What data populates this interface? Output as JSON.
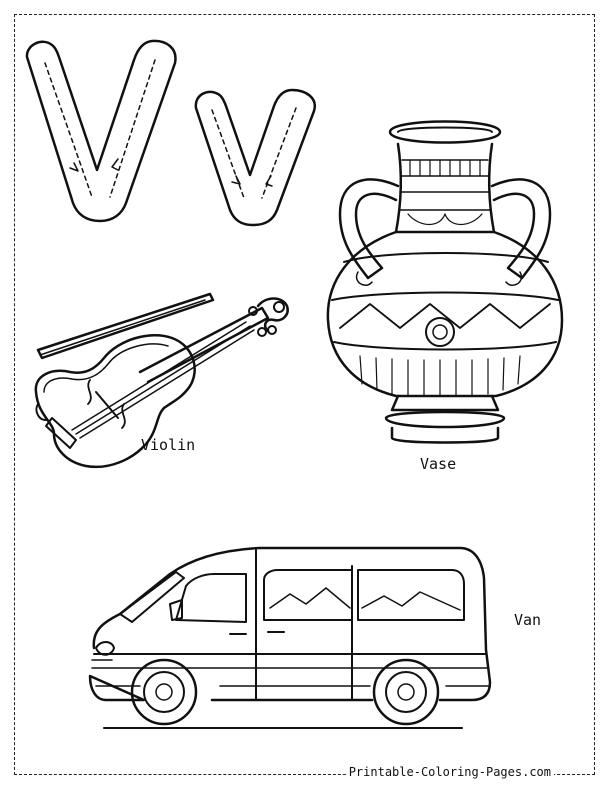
{
  "letters": {
    "uppercase": "V",
    "lowercase": "v"
  },
  "items": [
    {
      "label": "Violin"
    },
    {
      "label": "Vase"
    },
    {
      "label": "Van"
    }
  ],
  "footer": {
    "watermark": "Printable-Coloring-Pages.com"
  }
}
